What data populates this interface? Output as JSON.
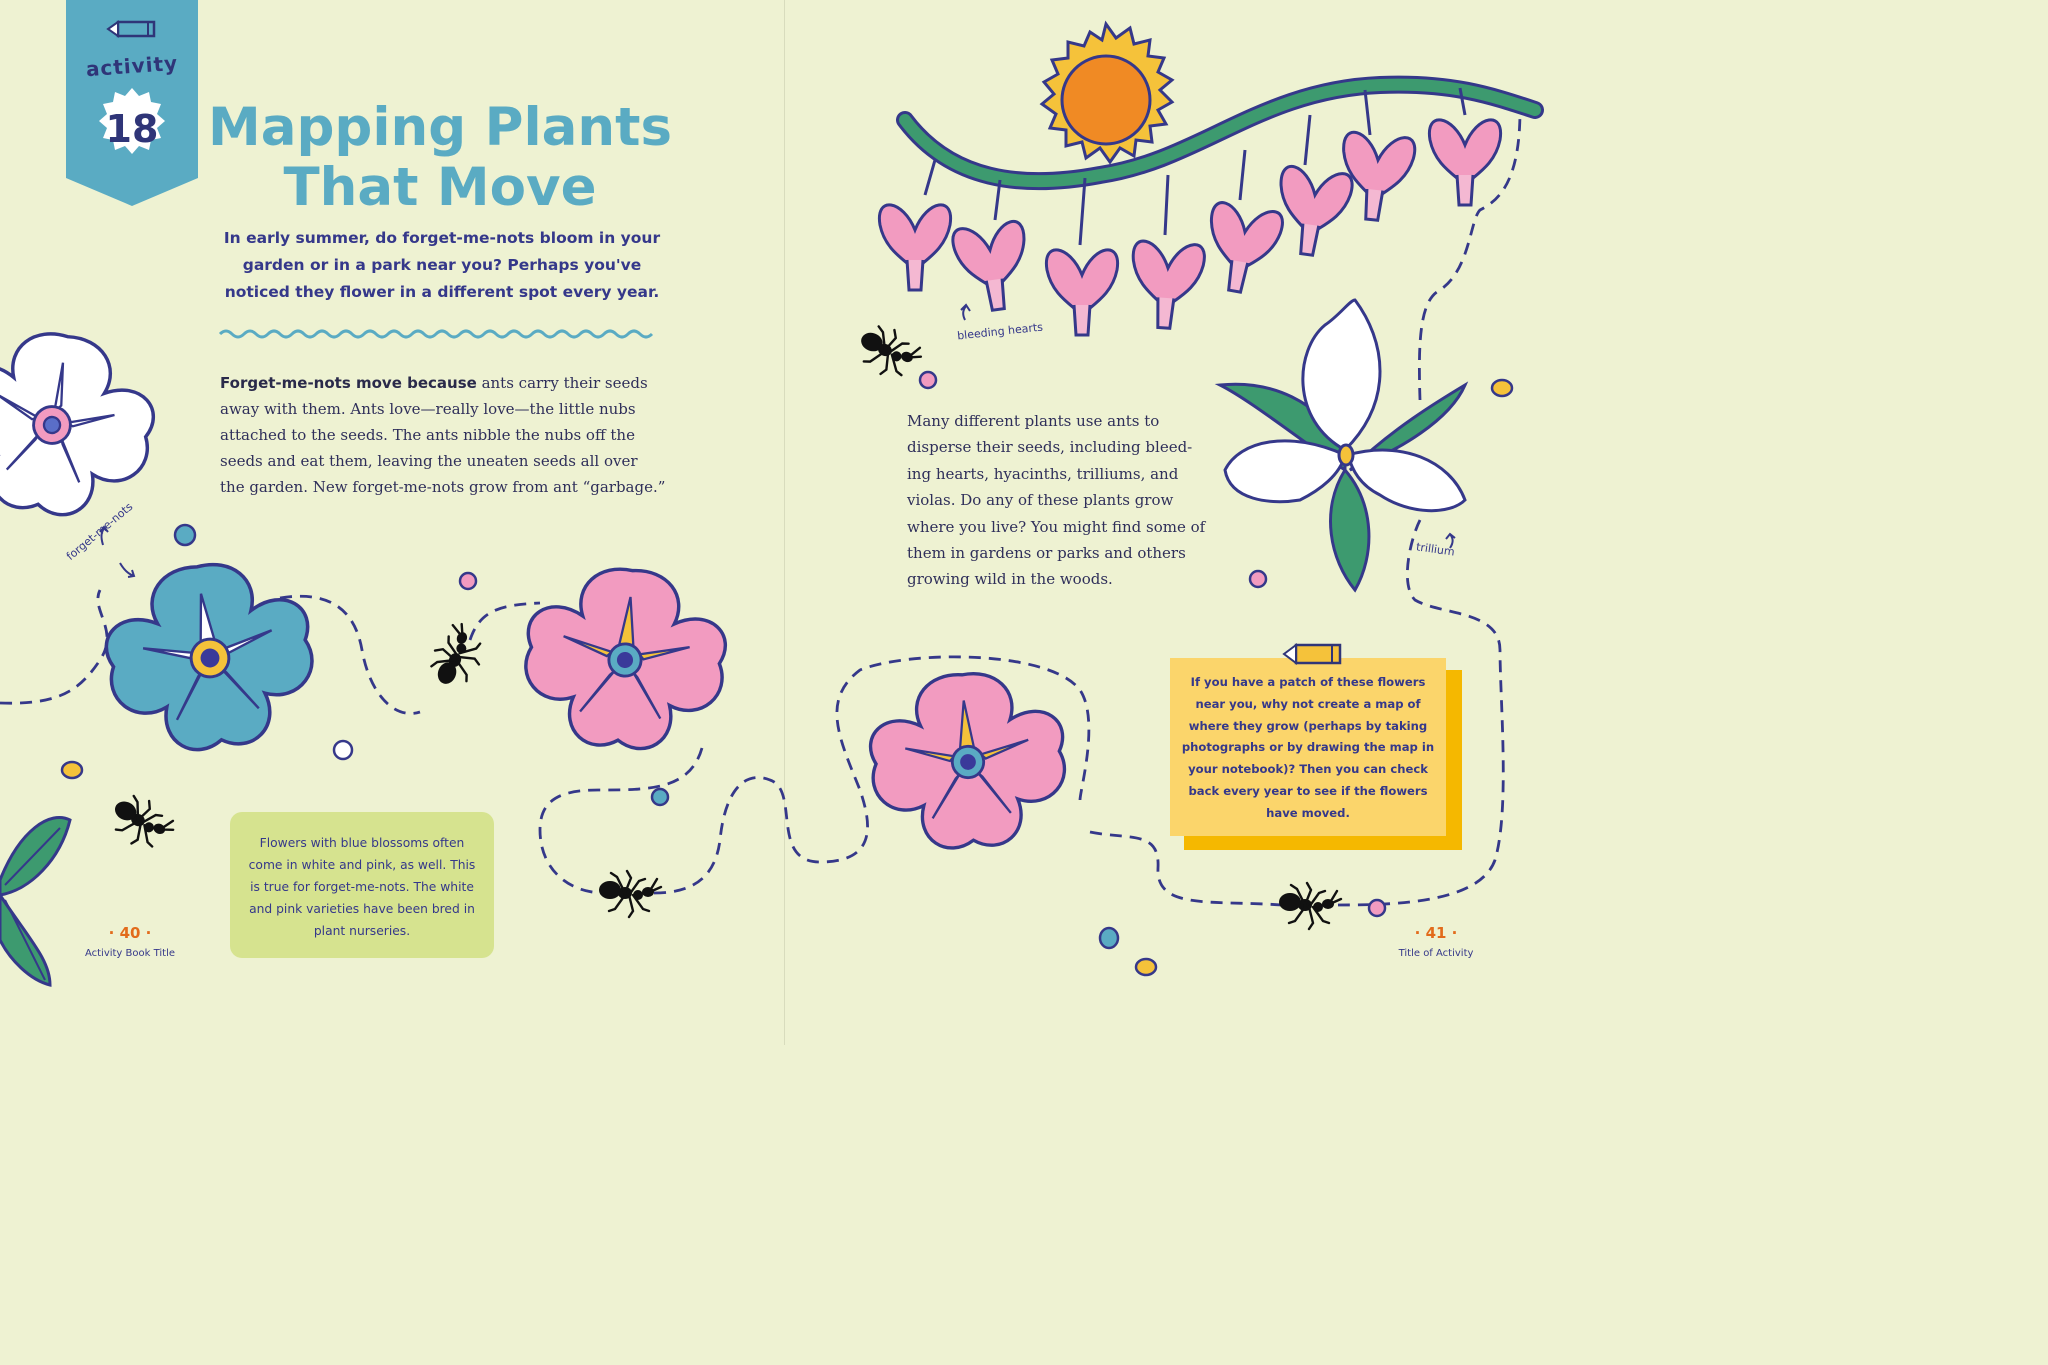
{
  "banner": {
    "word": "activity",
    "number": "18"
  },
  "title": {
    "line1": "Mapping Plants",
    "line2": "That Move"
  },
  "intro": "In early summer, do forget-me-nots bloom in your garden or in a park near you? Perhaps you've noticed they flower in a different spot every year.",
  "left_body": {
    "lead": "Forget-me-nots move because",
    "text": " ants carry their seeds away with them. Ants love—really love—the little nubs attached to the seeds. The ants nibble the nubs off the seeds and eat them, leaving the uneaten seeds all over the garden. New forget-me-nots grow from ant “garbage.”"
  },
  "left_note": "Flowers with blue blossoms often come in white and pink, as well. This is true for forget-me-nots. The white and pink varieties have been bred in plant nurseries.",
  "right_body": "Many different plants use ants to disperse their seeds, including bleed-ing hearts, hyacinths, trilliums, and violas. Do any of these plants grow where you live? You might find some of them in gardens or parks and others growing wild in the woods.",
  "tip": "If you have a patch of these flowers near you, why not create a map of where they grow (perhaps by taking photographs or by drawing the map in your notebook)? Then you can check back every year to see if the flowers have moved.",
  "labels": {
    "forget_me_nots": "forget-me-nots",
    "bleeding_hearts": "bleeding hearts",
    "trillium": "trillium"
  },
  "footer": {
    "left_page": "40",
    "left_title": "Activity Book Title",
    "right_page": "41",
    "right_title": "Title of Activity"
  },
  "icons": [
    "pencil-icon",
    "ant-icon",
    "sun-icon",
    "flower-icon",
    "leaf-icon",
    "arrow-icon"
  ],
  "colors": {
    "background": "#eef2d2",
    "title": "#5aabc3",
    "banner": "#5aabc3",
    "navy": "#2f3578",
    "pink": "#f29bc0",
    "blue": "#5aabc3",
    "green": "#3d9a6f",
    "yellow": "#f5c23a",
    "orange": "#f08a24"
  }
}
